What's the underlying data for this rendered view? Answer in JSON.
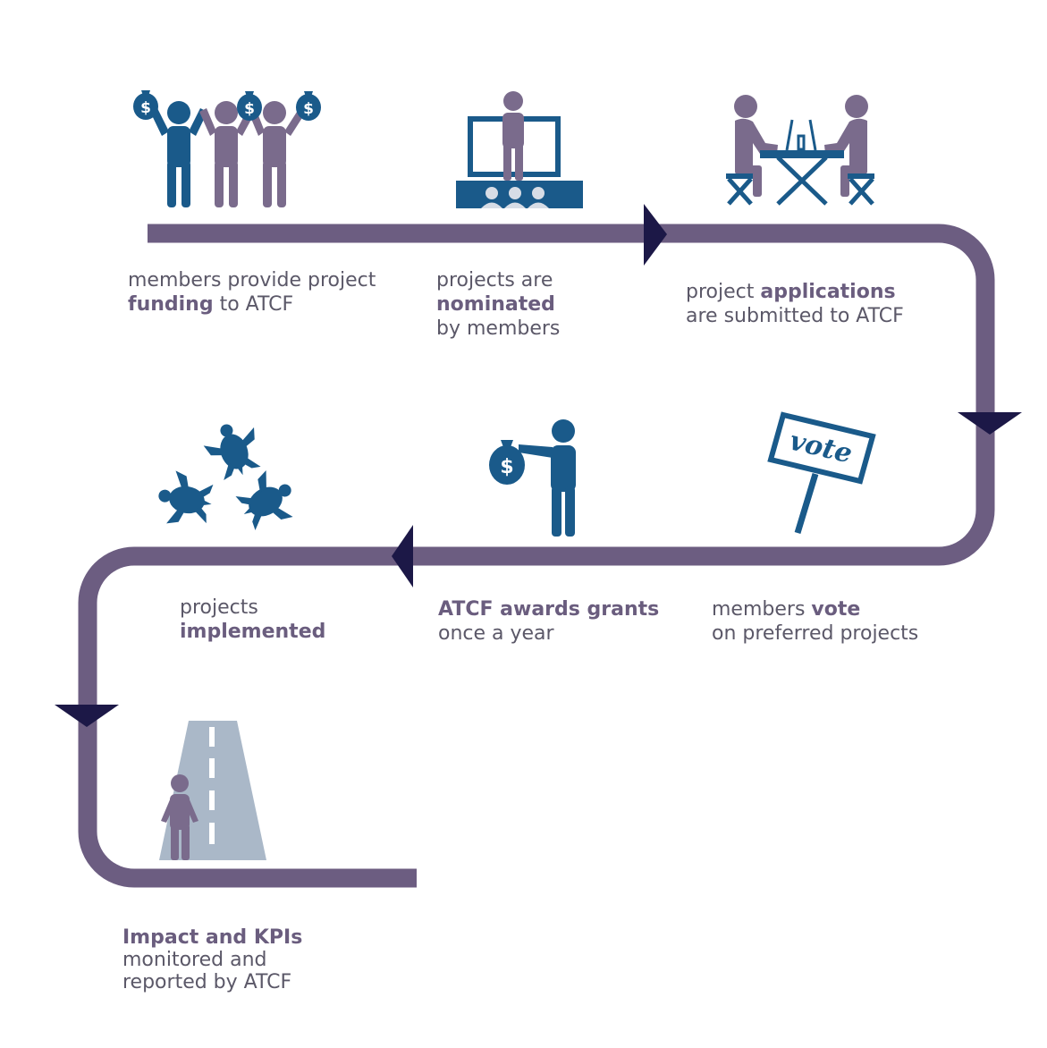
{
  "colors": {
    "path": "#6c5d81",
    "arrow": "#1c1847",
    "blue": "#1a5a8a",
    "purple": "#7a6b8c",
    "road": "#aab8c8",
    "text": "#5b5868"
  },
  "steps": [
    {
      "icon": "money-raising-people-icon",
      "lines": [
        {
          "parts": [
            {
              "text": "members provide project",
              "bold": false
            }
          ]
        },
        {
          "parts": [
            {
              "text": "funding",
              "bold": true
            },
            {
              "text": " to ATCF",
              "bold": false
            }
          ]
        }
      ]
    },
    {
      "icon": "presenter-audience-icon",
      "lines": [
        {
          "parts": [
            {
              "text": "projects are",
              "bold": false
            }
          ]
        },
        {
          "parts": [
            {
              "text": "nominated",
              "bold": true
            }
          ]
        },
        {
          "parts": [
            {
              "text": "by members",
              "bold": false
            }
          ]
        }
      ]
    },
    {
      "icon": "people-at-table-laptops-icon",
      "lines": [
        {
          "parts": [
            {
              "text": "project ",
              "bold": false
            },
            {
              "text": "applications",
              "bold": true
            }
          ]
        },
        {
          "parts": [
            {
              "text": "are submitted to ATCF",
              "bold": false
            }
          ]
        }
      ]
    },
    {
      "icon": "vote-sign-icon",
      "sign_text": "vote",
      "lines": [
        {
          "parts": [
            {
              "text": "members ",
              "bold": false
            },
            {
              "text": "vote",
              "bold": true
            }
          ]
        },
        {
          "parts": [
            {
              "text": "on preferred projects",
              "bold": false
            }
          ]
        }
      ]
    },
    {
      "icon": "person-giving-money-bag-icon",
      "lines": [
        {
          "parts": [
            {
              "text": "ATCF awards grants",
              "bold": true
            }
          ]
        },
        {
          "parts": [
            {
              "text": "once a year",
              "bold": false
            }
          ]
        }
      ]
    },
    {
      "icon": "sea-turtles-icon",
      "lines": [
        {
          "parts": [
            {
              "text": "projects",
              "bold": false
            }
          ]
        },
        {
          "parts": [
            {
              "text": "implemented",
              "bold": true
            }
          ]
        }
      ]
    },
    {
      "icon": "person-on-road-icon",
      "lines": [
        {
          "parts": [
            {
              "text": "Impact and KPIs",
              "bold": true
            }
          ]
        },
        {
          "parts": [
            {
              "text": "monitored and",
              "bold": false
            }
          ]
        },
        {
          "parts": [
            {
              "text": "reported by ATCF",
              "bold": false
            }
          ]
        }
      ]
    }
  ]
}
